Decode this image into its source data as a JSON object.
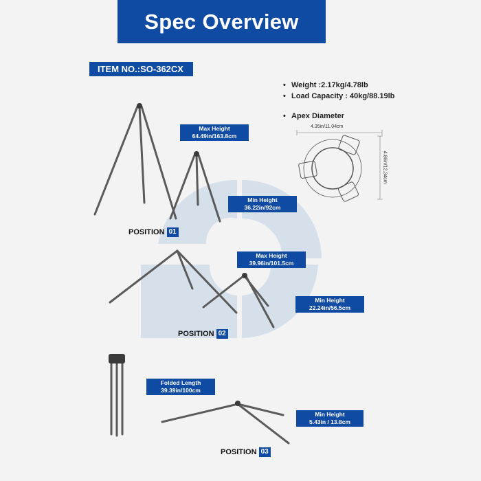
{
  "title": "Spec Overview",
  "item_no": "ITEM NO.:SO-362CX",
  "specs": {
    "weight": "Weight :2.17kg/4.78lb",
    "load_capacity": "Load Capacity : 40kg/88.19lb",
    "apex_diameter": "Apex Diameter"
  },
  "apex": {
    "width_label": "4.35in/11.04cm",
    "height_label": "4.86in/12.34cm"
  },
  "position1": {
    "label": "POSITION",
    "number": "01",
    "max_title": "Max Height",
    "max_value": "64.49in/163.8cm",
    "min_title": "Min Height",
    "min_value": "36.22in/92cm"
  },
  "position2": {
    "label": "POSITION",
    "number": "02",
    "max_title": "Max Height",
    "max_value": "39.96in/101.5cm",
    "min_title": "Min Height",
    "min_value": "22.24in/56.5cm"
  },
  "position3": {
    "label": "POSITION",
    "number": "03",
    "folded_title": "Folded Length",
    "folded_value": "39.39in/100cm",
    "min_title": "Min Height",
    "min_value": "5.43in / 13.8cm"
  },
  "colors": {
    "brand_blue": "#0f4aa3",
    "watermark": "#d6e0ea",
    "carbon": "#5a5a5a"
  }
}
